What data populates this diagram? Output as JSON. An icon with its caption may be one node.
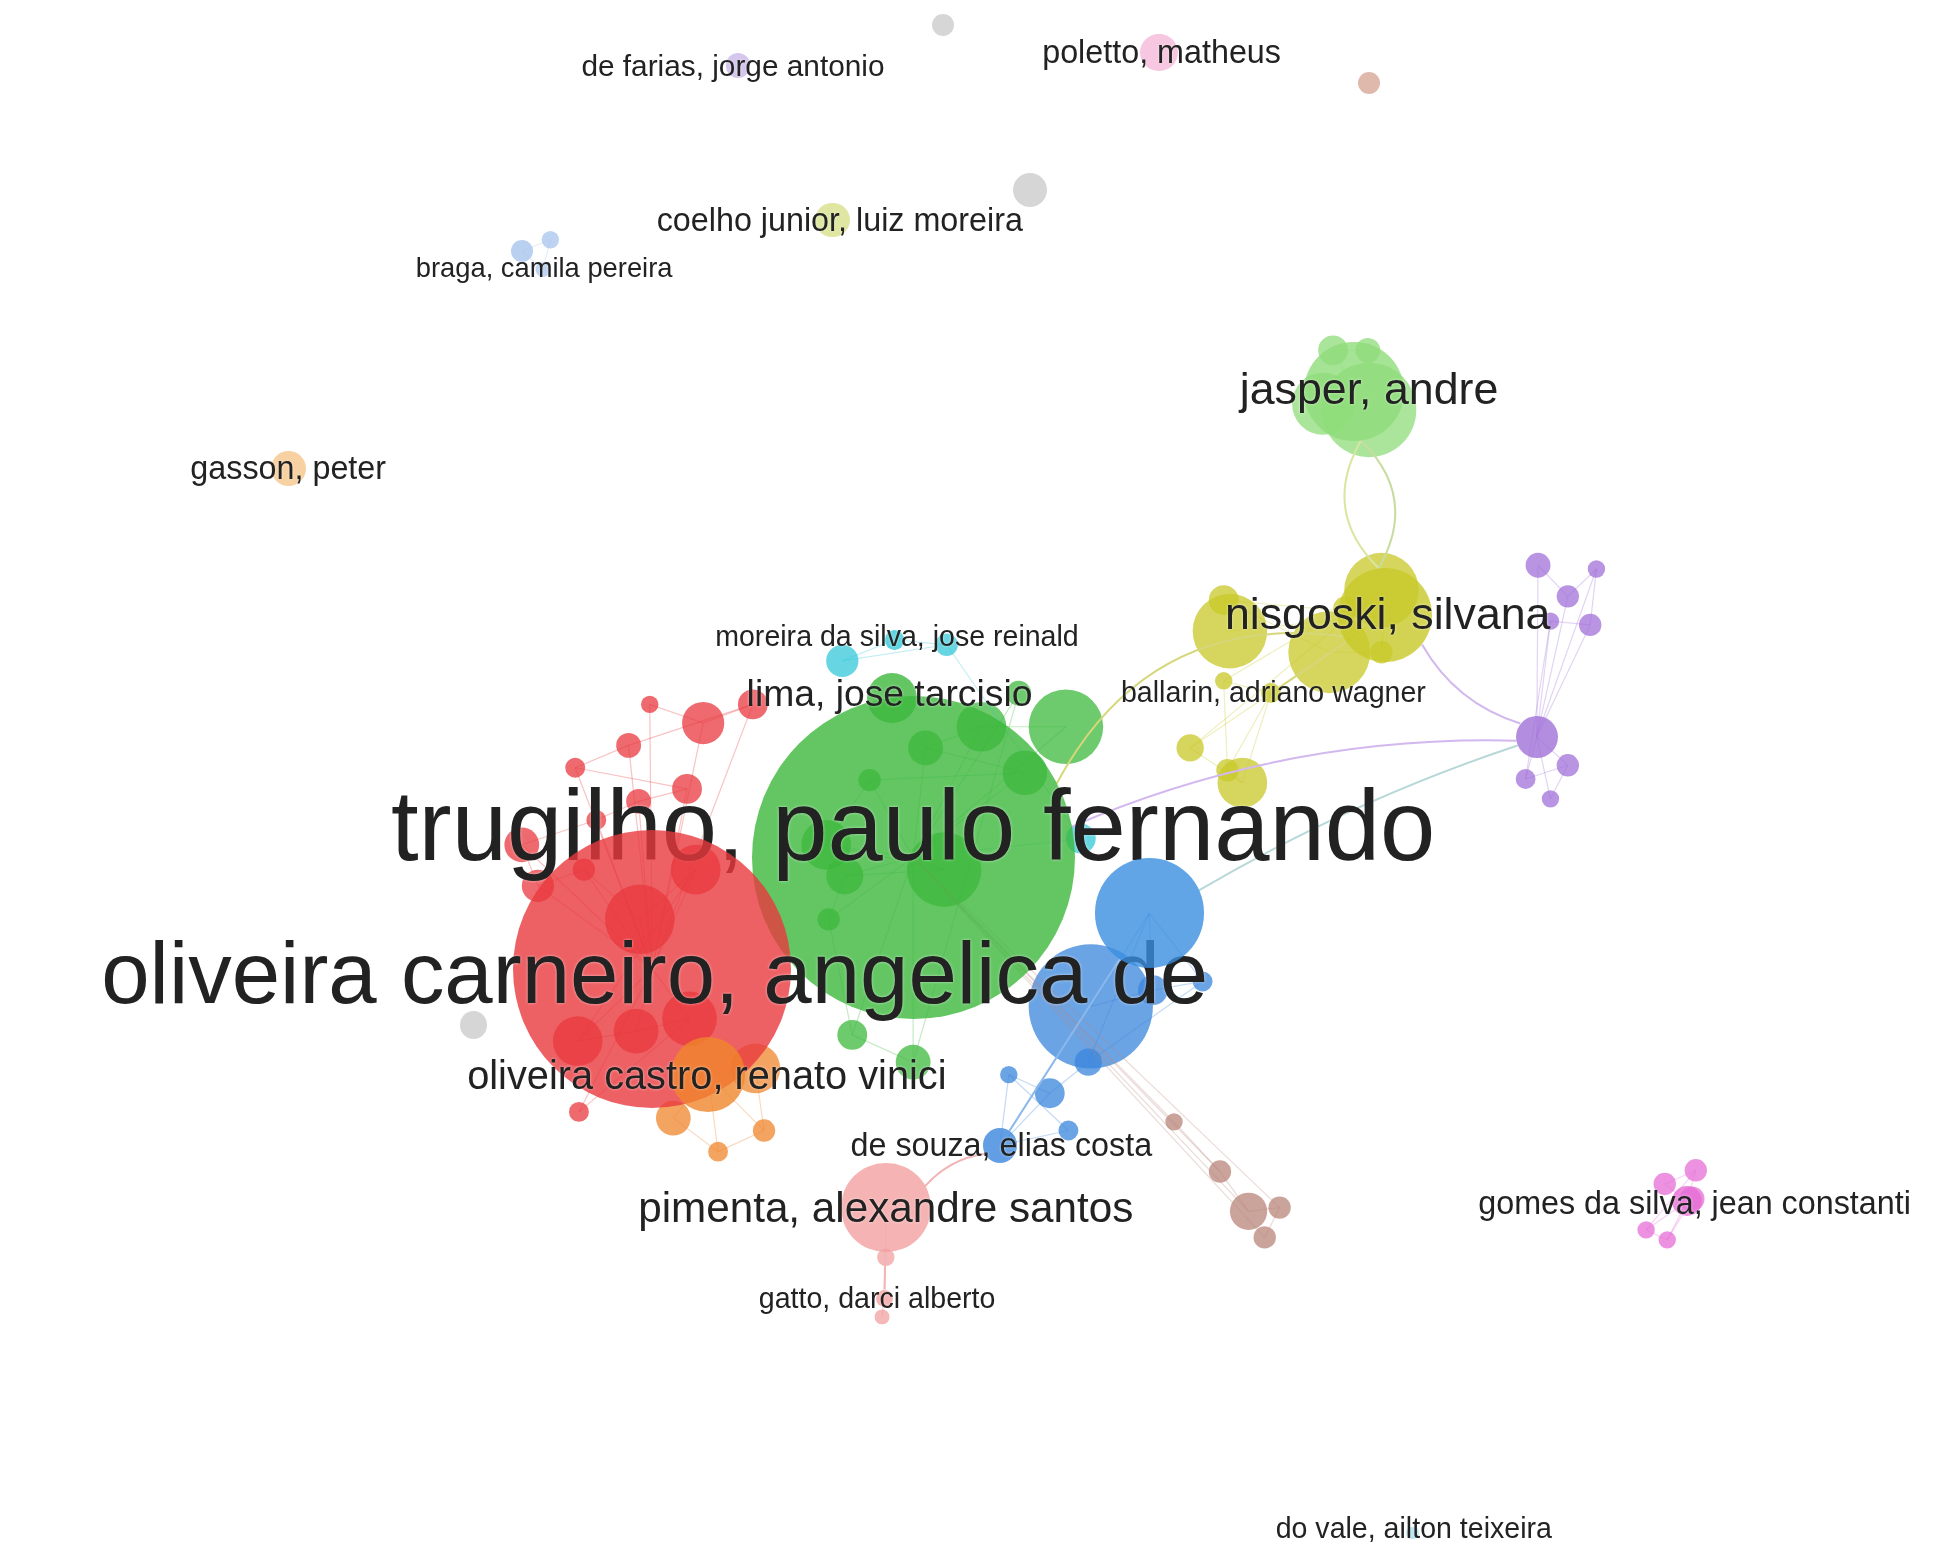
{
  "diagram": {
    "nodes": [
      {
        "text": [
          "trugilho, paulo fernando"
        ]
      },
      {
        "text": [
          "oliveira carneiro, angelica de"
        ]
      },
      {
        "text": [
          "lima, jose tarcisio"
        ]
      },
      {
        "text": [
          "jasper, andre"
        ]
      },
      {
        "text": [
          "nisgoski, silvana"
        ]
      },
      {
        "text": [
          "moreira da silva, jose reinald"
        ]
      },
      {
        "text": [
          "ballarin, adriano wagner"
        ]
      },
      {
        "text": [
          "oliveira castro, renato vinici"
        ]
      },
      {
        "text": [
          "de souza, elias costa"
        ]
      },
      {
        "text": [
          "pimenta, alexandre santos"
        ]
      },
      {
        "text": [
          "gatto, darci alberto"
        ]
      },
      {
        "text": [
          "gomes da silva, jean constanti"
        ]
      },
      {
        "text": [
          "do vale, ailton teixeira"
        ]
      },
      {
        "text": [
          "gasson, peter"
        ]
      },
      {
        "text": [
          "braga, camila pereira"
        ]
      },
      {
        "text": [
          "coelho junior, luiz moreira"
        ]
      },
      {
        "text": [
          "de farias, jorge antonio"
        ]
      },
      {
        "text": [
          "poletto, matheus"
        ]
      },
      {
        "text": [],
        "shape": "circle"
      },
      {
        "text": [],
        "shape": "circle"
      },
      {
        "text": [],
        "shape": "circle"
      },
      {
        "text": [],
        "shape": "circle"
      },
      {
        "text": [],
        "shape": "circle"
      },
      {
        "text": [],
        "shape": "circle"
      }
    ],
    "edges": [
      {
        "from": 3,
        "to": 4,
        "arrow": "none",
        "color": "#d9e6a0"
      },
      {
        "from": 3,
        "to": 4,
        "arrow": "none",
        "color": "#c8dca0"
      },
      {
        "from": 4,
        "to": 6,
        "arrow": "none",
        "color": "#d6d67a"
      },
      {
        "from": 4,
        "to": 23,
        "arrow": "none",
        "color": "#d2b8ee"
      },
      {
        "from": 8,
        "to": 9,
        "arrow": "none",
        "color": "#f2b4b4"
      },
      {
        "from": 9,
        "to": 10,
        "arrow": "none",
        "color": "#f2b4b4"
      },
      {
        "from": 0,
        "to": 4,
        "arrow": "none",
        "color": "#d6d67a"
      },
      {
        "from": 22,
        "to": 8,
        "arrow": "none",
        "color": "#8ab8ec"
      },
      {
        "from": 0,
        "to": 23,
        "arrow": "none",
        "color": "#d2b8ee"
      },
      {
        "from": 23,
        "to": 22,
        "arrow": "none",
        "color": "#b8d8d8"
      }
    ]
  }
}
